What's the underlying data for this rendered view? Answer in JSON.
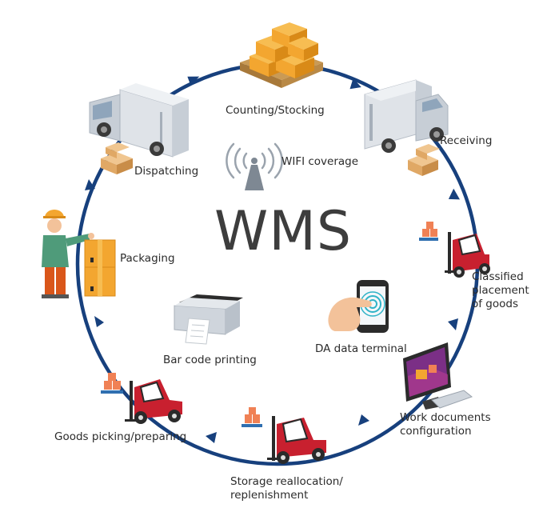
{
  "center_title": "WMS",
  "colors": {
    "cycle_line": "#17407d",
    "truck_body": "#dfe3e8",
    "truck_cab": "#c7ced6",
    "box": "#f3a630",
    "box_dark": "#d98a17",
    "forklift": "#c8202f",
    "forklift_dark": "#2a2a2a",
    "worker_shirt": "#4f9b7a",
    "worker_pants": "#d9561a",
    "helmet": "#f3a630",
    "small_boxes": "#f08155",
    "screen": "#7b2f86",
    "text": "#2b2b2b"
  },
  "steps": {
    "counting": "Counting/Stocking",
    "receiving": "Receiving",
    "classified_1": "Classified",
    "classified_2": "placement",
    "classified_3": "of goods",
    "work_docs_1": "Work documents",
    "work_docs_2": "configuration",
    "storage_1": "Storage reallocation/",
    "storage_2": "replenishment",
    "picking": "Goods picking/preparing",
    "packaging": "Packaging",
    "dispatching": "Dispatching"
  },
  "features": {
    "wifi": "WIFI coverage",
    "da_terminal": "DA data terminal",
    "bar_code": "Bar code printing"
  },
  "icons": {
    "cycle": "circular-arrow-cycle",
    "wifi": "wifi-antenna-icon",
    "da_terminal": "hand-touch-phone-icon",
    "printer": "printer-icon",
    "truck": "delivery-truck-icon",
    "pallet": "box-pallet-icon",
    "forklift": "forklift-icon",
    "worker": "worker-icon",
    "monitor": "computer-monitor-icon"
  }
}
